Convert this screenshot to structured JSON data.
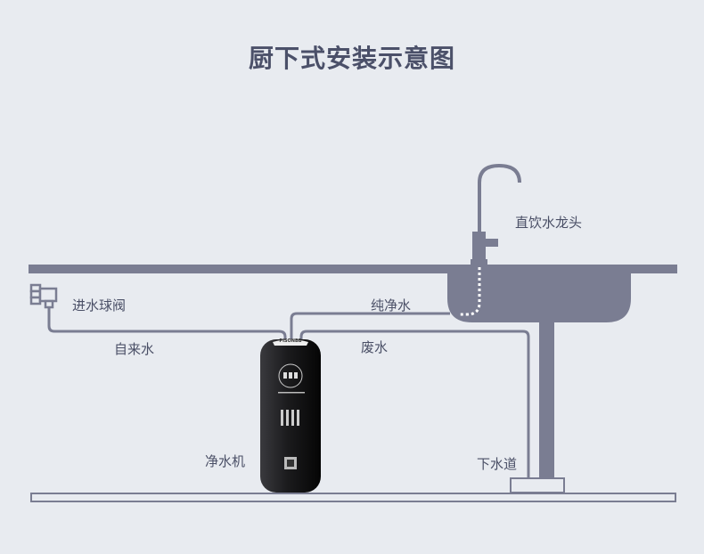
{
  "title": "厨下式安装示意图",
  "labels": {
    "faucet": "直饮水龙头",
    "inlet_valve": "进水球阀",
    "tap_water": "自来水",
    "pure_water": "纯净水",
    "waste_water": "废水",
    "purifier": "净水机",
    "drain": "下水道"
  },
  "purifier_brand": "PISONBB",
  "colors": {
    "background": "#e8ebf0",
    "pipe": "#7a7d92",
    "text": "#4a4f66"
  }
}
